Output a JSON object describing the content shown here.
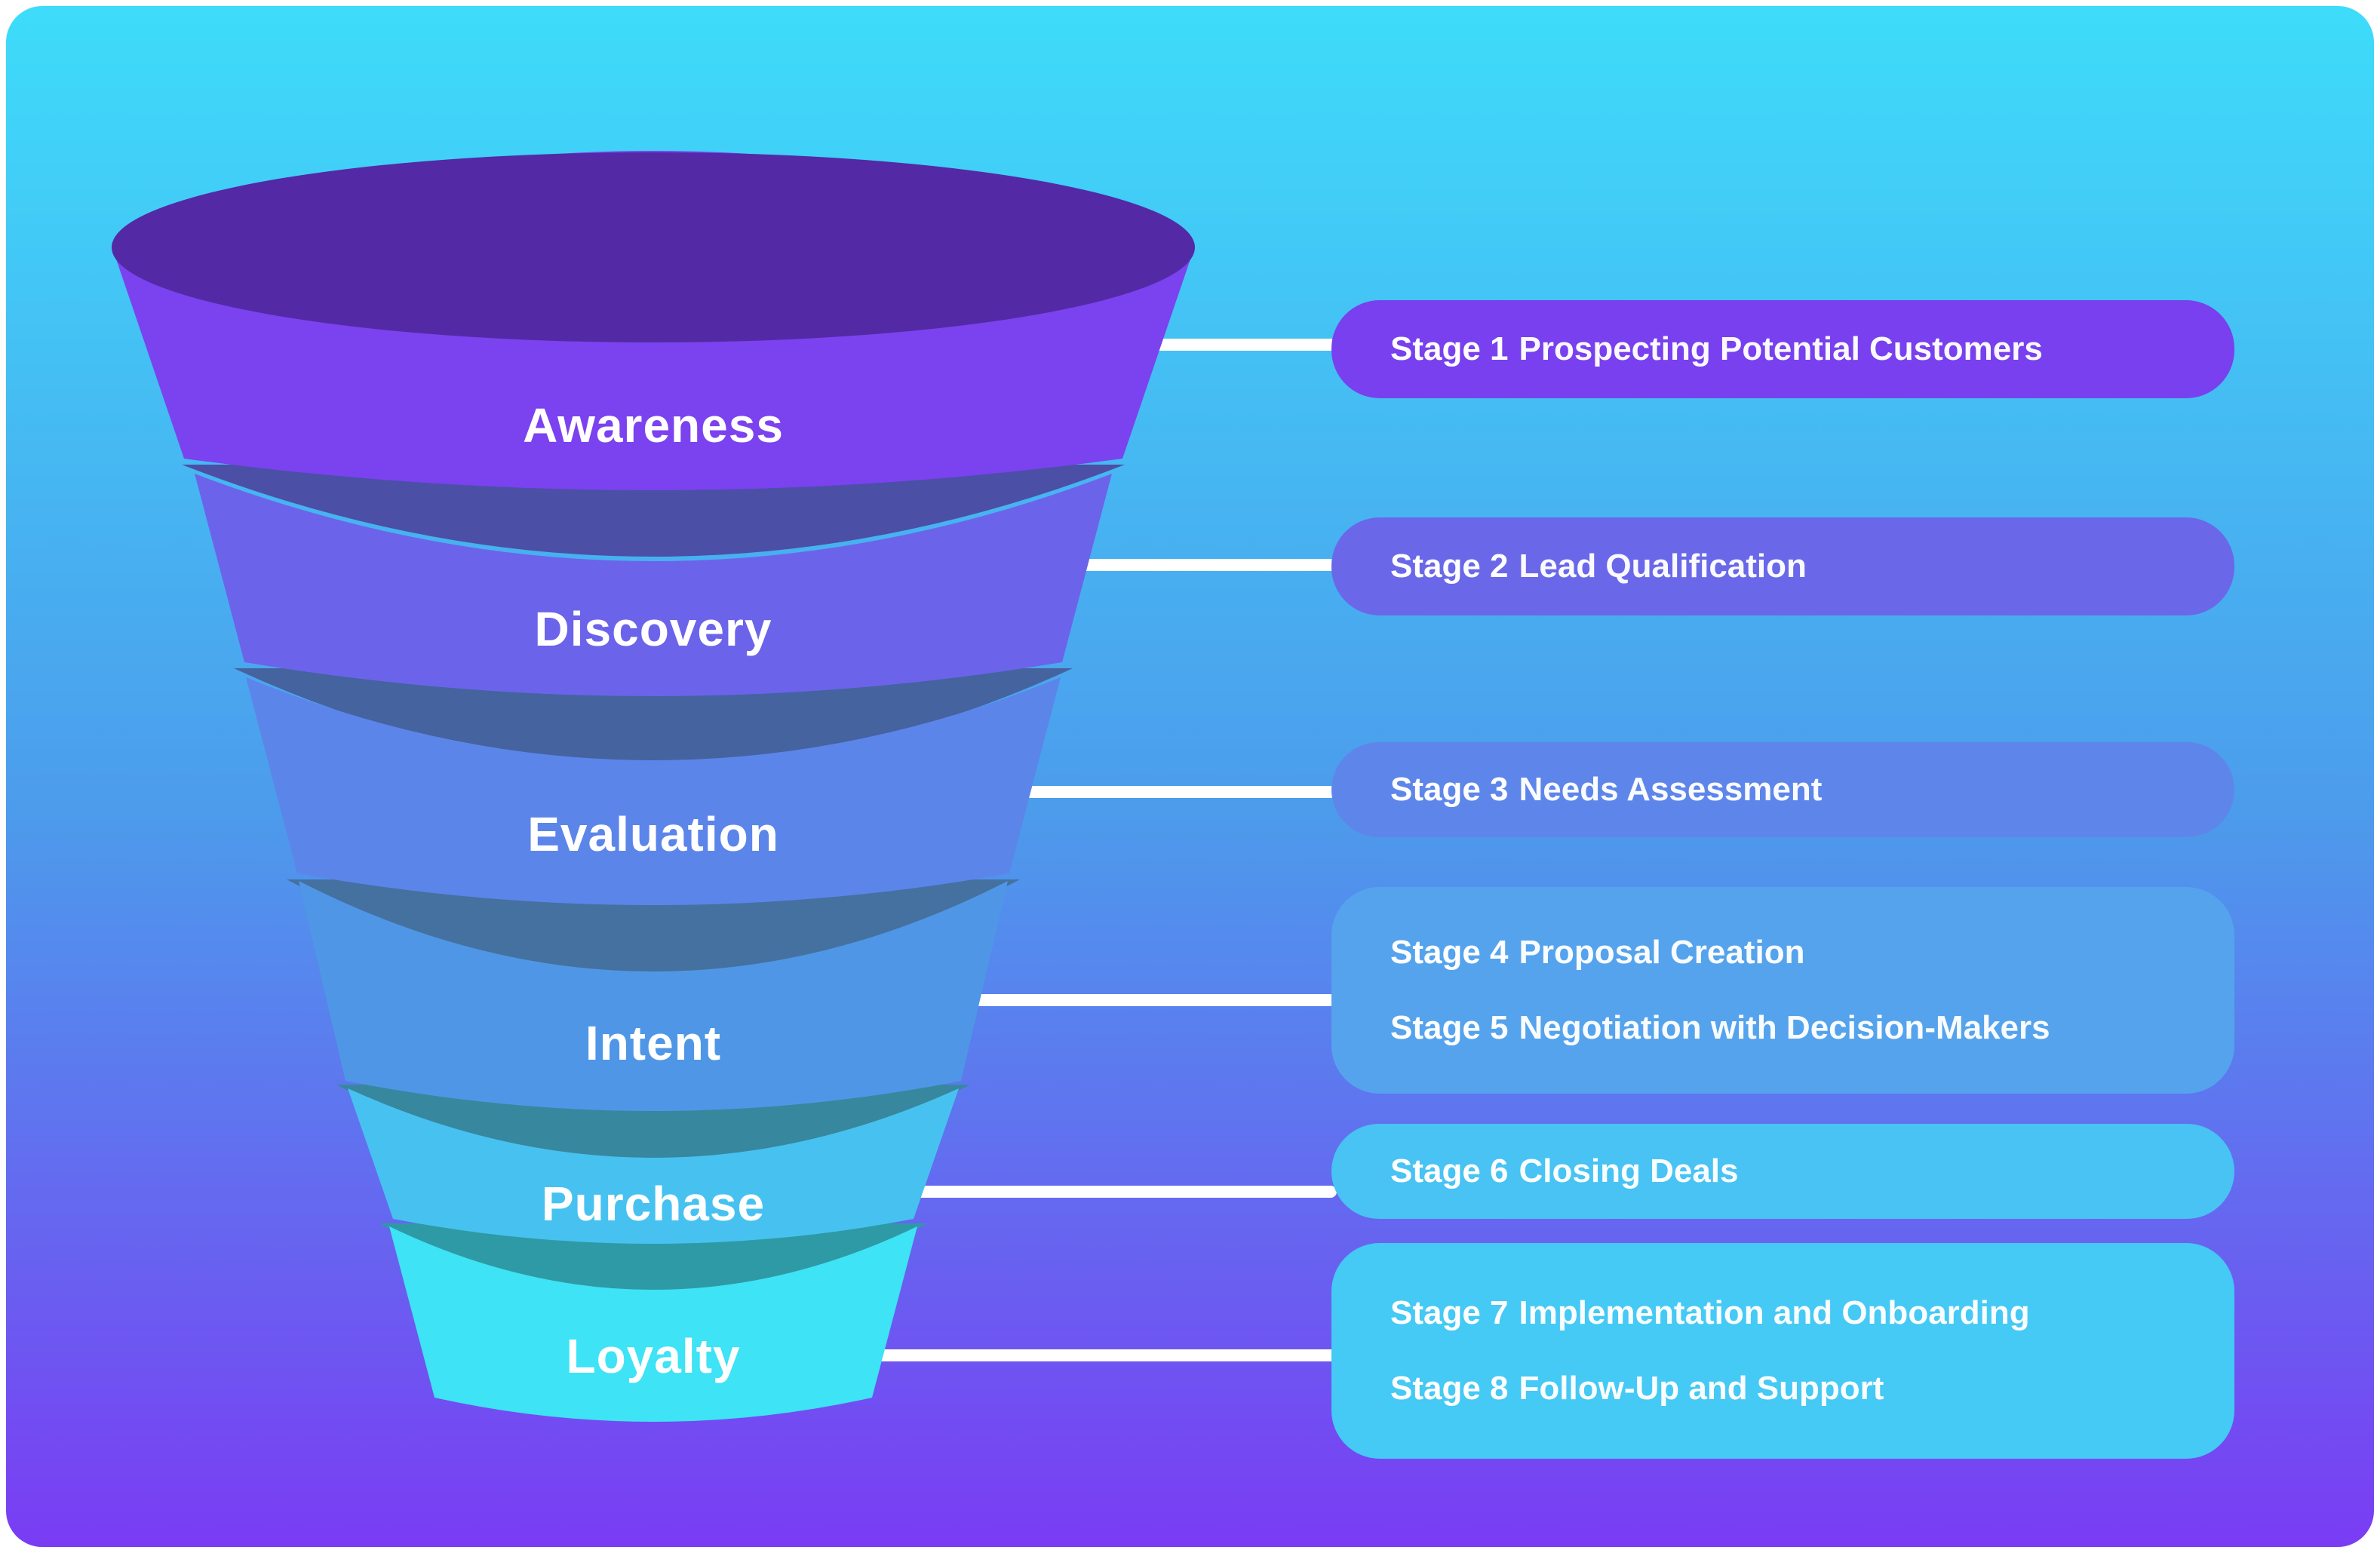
{
  "background": {
    "top": "#3edcfa",
    "middle": "#4c9cec",
    "bottom": "#7a3cf3",
    "frame": "#ffffff"
  },
  "connector_color": "#ffffff",
  "funnel": {
    "levels": [
      {
        "label": "Awareness",
        "body_color": "#7b42ef",
        "rim_color": "#5429a5"
      },
      {
        "label": "Discovery",
        "body_color": "#6b64ea",
        "rim_color": "#4b4fa6"
      },
      {
        "label": "Evaluation",
        "body_color": "#5c85ea",
        "rim_color": "#44639f"
      },
      {
        "label": "Intent",
        "body_color": "#4f97e6",
        "rim_color": "#44719f"
      },
      {
        "label": "Purchase",
        "body_color": "#47c2f0",
        "rim_color": "#37879f"
      },
      {
        "label": "Loyalty",
        "body_color": "#3ee3f5",
        "rim_color": "#2e9aa6"
      }
    ]
  },
  "pills": [
    {
      "color": "#7840ee",
      "rows": [
        {
          "prefix": "Stage 1",
          "label": "Prospecting Potential Customers"
        }
      ]
    },
    {
      "color": "#6a68e9",
      "rows": [
        {
          "prefix": "Stage 2",
          "label": "Lead Qualification"
        }
      ]
    },
    {
      "color": "#5e86ea",
      "rows": [
        {
          "prefix": "Stage 3",
          "label": "Needs Assessment"
        }
      ]
    },
    {
      "color": "#55a3ed",
      "rows": [
        {
          "prefix": "Stage 4",
          "label": "Proposal Creation"
        },
        {
          "prefix": "Stage 5",
          "label": "Negotiation with Decision-Makers"
        }
      ]
    },
    {
      "color": "#48c3f3",
      "rows": [
        {
          "prefix": "Stage 6",
          "label": "Closing Deals"
        }
      ]
    },
    {
      "color": "#45c9f5",
      "rows": [
        {
          "prefix": "Stage 7",
          "label": "Implementation and Onboarding"
        },
        {
          "prefix": "Stage 8",
          "label": "Follow-Up and Support"
        }
      ]
    }
  ]
}
